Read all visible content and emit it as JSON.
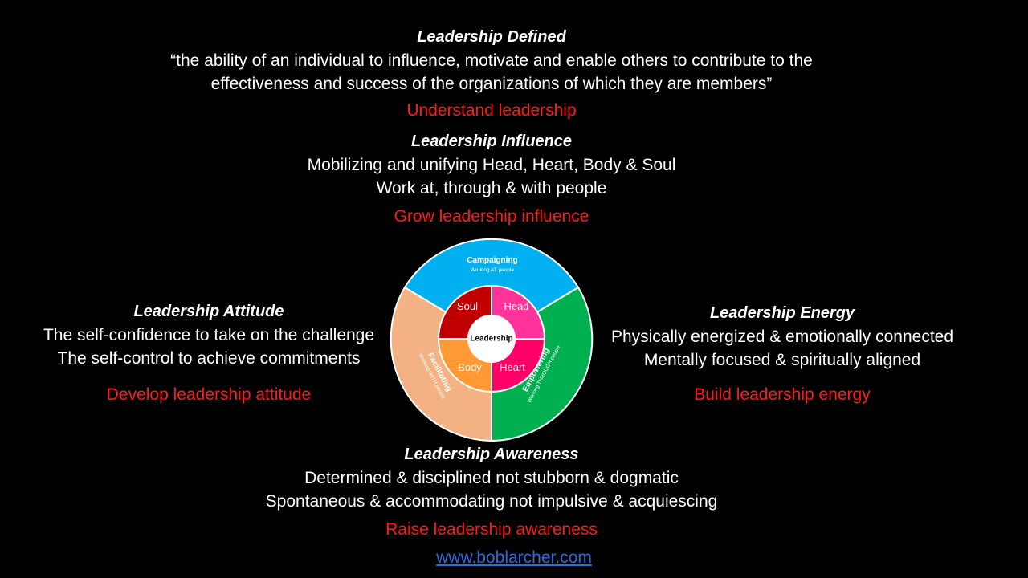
{
  "defined": {
    "title": "Leadership Defined",
    "line1": "“the ability of an individual to influence, motivate and enable others to contribute to the",
    "line2": "effectiveness and success of the organizations of which they are members”",
    "action": "Understand leadership"
  },
  "influence": {
    "title": "Leadership Influence",
    "line1": "Mobilizing and unifying Head, Heart, Body & Soul",
    "line2": "Work at, through & with people",
    "action": "Grow leadership influence"
  },
  "attitude": {
    "title": "Leadership Attitude",
    "line1": "The self-confidence to take on the challenge",
    "line2": "The self-control to achieve commitments",
    "action": "Develop leadership attitude"
  },
  "energy": {
    "title": "Leadership Energy",
    "line1": "Physically energized & emotionally connected",
    "line2": "Mentally focused & spiritually aligned",
    "action": "Build leadership energy"
  },
  "awareness": {
    "title": "Leadership Awareness",
    "line1": "Determined & disciplined not stubborn & dogmatic",
    "line2": "Spontaneous & accommodating not impulsive & acquiescing",
    "action": "Raise leadership awareness"
  },
  "wheel": {
    "center": "Leadership",
    "outer": [
      {
        "label": "Campaigning",
        "sub": "Working AT people",
        "color": "#00b0f0"
      },
      {
        "label": "Empowering",
        "sub": "Working THROUGH people",
        "color": "#00b050"
      },
      {
        "label": "Facilitating",
        "sub": "Working WITH people",
        "color": "#f4b183"
      }
    ],
    "inner": [
      {
        "label": "Head",
        "color": "#ff3399"
      },
      {
        "label": "Heart",
        "color": "#ff0066"
      },
      {
        "label": "Body",
        "color": "#ff9933"
      },
      {
        "label": "Soul",
        "color": "#c00000"
      }
    ]
  },
  "footer": {
    "url": "www.boblarcher.com"
  },
  "colors": {
    "background": "#000000",
    "action": "#ff1a1a",
    "link": "#2f6bd8"
  }
}
